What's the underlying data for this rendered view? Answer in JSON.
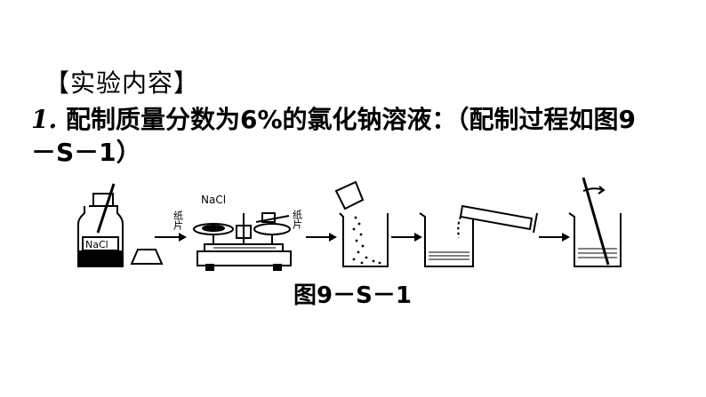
{
  "heading": "【实验内容】",
  "item": {
    "number": "1.",
    "text_line1": "配制质量分数为6%的氯化钠溶液：（配制过程如图9",
    "text_line2": "－S－1）"
  },
  "figure": {
    "bottle_label": "NaCl",
    "balance_label": "NaCl",
    "paper_left_label": "纸片",
    "paper_right_label": "纸片",
    "caption": "图9－S－1"
  }
}
